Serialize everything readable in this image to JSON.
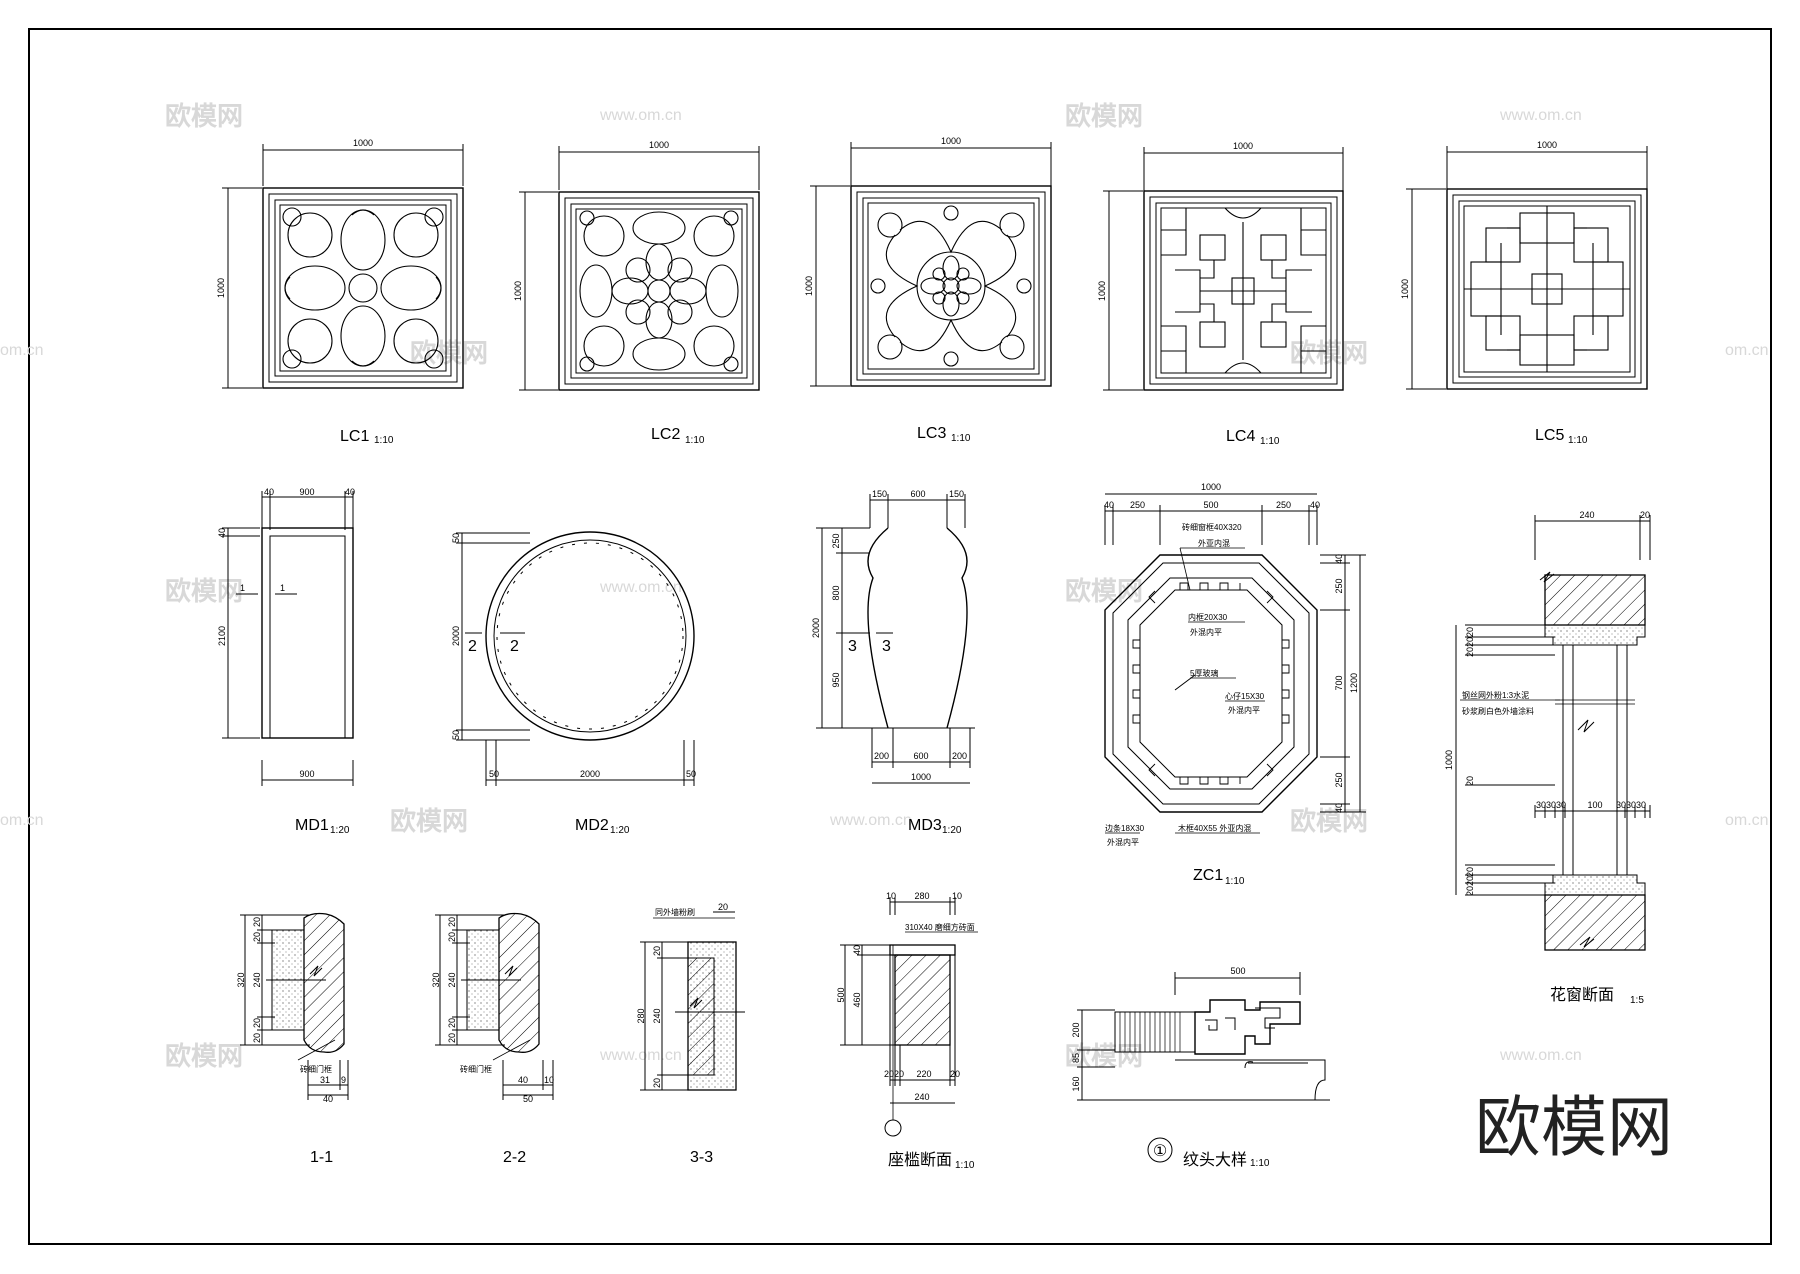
{
  "watermark": {
    "brand_cn": "欧模网",
    "url": "www.om.cn",
    "url_partial": "om.cn"
  },
  "colors": {
    "line": "#000000",
    "paper": "#ffffff",
    "watermark": "#d8d8d8"
  },
  "lattice_windows": [
    {
      "id": "LC1",
      "label": "LC1",
      "scale": "1:10",
      "width": "1000",
      "height": "1000"
    },
    {
      "id": "LC2",
      "label": "LC2",
      "scale": "1:10",
      "width": "1000",
      "height": "1000"
    },
    {
      "id": "LC3",
      "label": "LC3",
      "scale": "1:10",
      "width": "1000",
      "height": "1000"
    },
    {
      "id": "LC4",
      "label": "LC4",
      "scale": "1:10",
      "width": "1000",
      "height": "1000"
    },
    {
      "id": "LC5",
      "label": "LC5",
      "scale": "1:10",
      "width": "1000",
      "height": "1000"
    }
  ],
  "md1": {
    "label": "MD1",
    "scale": "1:20",
    "top_dims": [
      "40",
      "900",
      "40"
    ],
    "height": "2100",
    "top_small": "40",
    "bottom": "900",
    "section_mark": "1"
  },
  "md2": {
    "label": "MD2",
    "scale": "1:20",
    "left_top": "50",
    "height": "2000",
    "left_bottom": "50",
    "bottom_dims": [
      "50",
      "2000",
      "50"
    ],
    "section_mark": "2"
  },
  "md3": {
    "label": "MD3",
    "scale": "1:20",
    "top_dims": [
      "150",
      "600",
      "150"
    ],
    "left_dims": [
      "250",
      "800",
      "950"
    ],
    "height": "2000",
    "bottom_dims": [
      "200",
      "600",
      "200"
    ],
    "bottom_total": "1000",
    "section_mark": "3"
  },
  "zc1": {
    "label": "ZC1",
    "scale": "1:10",
    "top_total": "1000",
    "top_dims": [
      "40",
      "250",
      "500",
      "250",
      "40"
    ],
    "right_dims": [
      "40",
      "250",
      "700",
      "250",
      "40"
    ],
    "right_total": "1200",
    "notes": {
      "brick": "砖细窗框40X320",
      "brick_sub": "外亚内混",
      "inner": "内框20X30",
      "inner_sub": "外混内平",
      "glass": "5厚玻璃",
      "core": "心仔15X30",
      "core_sub": "外混内平",
      "edge": "边条18X30",
      "edge_sub": "外混内平",
      "wood": "木框40X55 外亚内混"
    }
  },
  "flower_section": {
    "label": "花窗断面",
    "scale": "1:5",
    "top_dims": [
      "240",
      "20"
    ],
    "left_dims": [
      "20",
      "20",
      "20"
    ],
    "mid_dim": "20",
    "bottom_left_dims": [
      "20",
      "20",
      "20"
    ],
    "height": "1000",
    "bottom_dims": [
      "30",
      "30",
      "30",
      "100",
      "30",
      "30",
      "30"
    ],
    "note1": "钢丝网外粉1:3水泥",
    "note2": "砂浆刷白色外墙涂料"
  },
  "section_1_1": {
    "label": "1-1",
    "left_dims": [
      "20",
      "20",
      "240",
      "20",
      "20"
    ],
    "total": "320",
    "bottom_dims": [
      "31",
      "9"
    ],
    "bottom_total": "40",
    "note": "砖细门框"
  },
  "section_2_2": {
    "label": "2-2",
    "left_dims": [
      "20",
      "20",
      "240",
      "20",
      "20"
    ],
    "total": "320",
    "bottom_dims": [
      "40",
      "10"
    ],
    "bottom_total": "50",
    "note": "砖细门框"
  },
  "section_3_3": {
    "label": "3-3",
    "top_note": "同外墙粉刷",
    "top_dim": "20",
    "left_dims": [
      "20",
      "240",
      "20"
    ],
    "total": "280"
  },
  "sill": {
    "label": "座槛断面",
    "scale": "1:10",
    "top_dims": [
      "10",
      "280",
      "10"
    ],
    "top_note": "310X40 磨细方砖面",
    "left_dims": [
      "40",
      "460"
    ],
    "total": "500",
    "bottom_dims": [
      "20",
      "20",
      "220",
      "20"
    ],
    "bottom_total": "240"
  },
  "detail": {
    "label": "纹头大样",
    "scale": "1:10",
    "number": "①",
    "top_dim": "500",
    "left_dims": [
      "200",
      "85",
      "160"
    ]
  }
}
